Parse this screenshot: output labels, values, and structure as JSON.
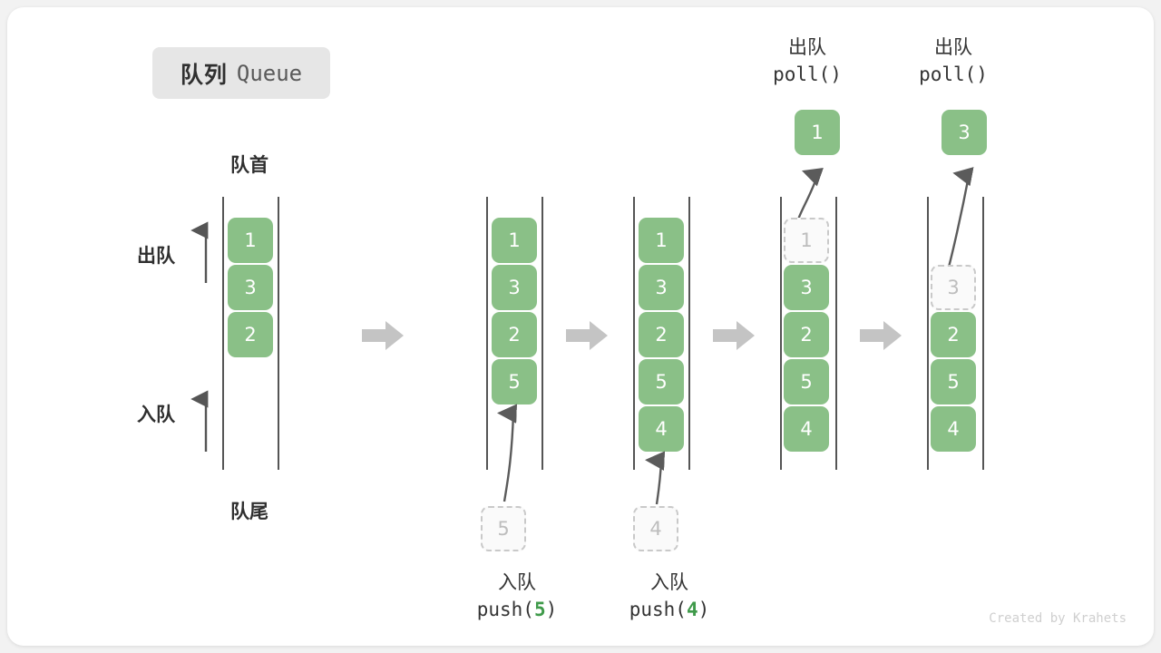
{
  "title": {
    "cn": "队列",
    "en": "Queue"
  },
  "labels": {
    "head": "队首",
    "tail": "队尾",
    "dequeue_side": "出队",
    "enqueue_side": "入队"
  },
  "colors": {
    "element": "#8ac087",
    "ghost_border": "#c9c9c9",
    "ghost_text": "#bdbdbd",
    "rail": "#555555",
    "step_arrow": "#c4c4c4",
    "code_number": "#3f9a4a",
    "badge_bg": "#e6e6e6",
    "card_bg": "#ffffff",
    "page_bg": "#f2f2f2"
  },
  "columns": [
    {
      "id": "initial",
      "cells": [
        {
          "value": "1",
          "state": "filled"
        },
        {
          "value": "3",
          "state": "filled"
        },
        {
          "value": "2",
          "state": "filled"
        }
      ],
      "caption": null,
      "incoming": null,
      "popped": null
    },
    {
      "id": "after-push-5",
      "cells": [
        {
          "value": "1",
          "state": "filled"
        },
        {
          "value": "3",
          "state": "filled"
        },
        {
          "value": "2",
          "state": "filled"
        },
        {
          "value": "5",
          "state": "filled"
        }
      ],
      "caption": {
        "cn": "入队",
        "code_prefix": "push(",
        "code_num": "5",
        "code_suffix": ")"
      },
      "incoming": {
        "value": "5",
        "state": "ghost"
      },
      "popped": null
    },
    {
      "id": "after-push-4",
      "cells": [
        {
          "value": "1",
          "state": "filled"
        },
        {
          "value": "3",
          "state": "filled"
        },
        {
          "value": "2",
          "state": "filled"
        },
        {
          "value": "5",
          "state": "filled"
        },
        {
          "value": "4",
          "state": "filled"
        }
      ],
      "caption": {
        "cn": "入队",
        "code_prefix": "push(",
        "code_num": "4",
        "code_suffix": ")"
      },
      "incoming": {
        "value": "4",
        "state": "ghost"
      },
      "popped": null
    },
    {
      "id": "after-poll-1",
      "cells": [
        {
          "value": "1",
          "state": "ghost"
        },
        {
          "value": "3",
          "state": "filled"
        },
        {
          "value": "2",
          "state": "filled"
        },
        {
          "value": "5",
          "state": "filled"
        },
        {
          "value": "4",
          "state": "filled"
        }
      ],
      "caption_top": {
        "cn": "出队",
        "code": "poll()"
      },
      "popped": {
        "value": "1",
        "state": "filled"
      }
    },
    {
      "id": "after-poll-3",
      "cells": [
        {
          "value": "",
          "state": "empty"
        },
        {
          "value": "3",
          "state": "ghost"
        },
        {
          "value": "2",
          "state": "filled"
        },
        {
          "value": "5",
          "state": "filled"
        },
        {
          "value": "4",
          "state": "filled"
        }
      ],
      "caption_top": {
        "cn": "出队",
        "code": "poll()"
      },
      "popped": {
        "value": "3",
        "state": "filled"
      }
    }
  ],
  "step_arrows": [
    {
      "id": "step-arrow-1"
    },
    {
      "id": "step-arrow-2"
    },
    {
      "id": "step-arrow-3"
    },
    {
      "id": "step-arrow-4"
    }
  ],
  "credit": "Created by Krahets"
}
